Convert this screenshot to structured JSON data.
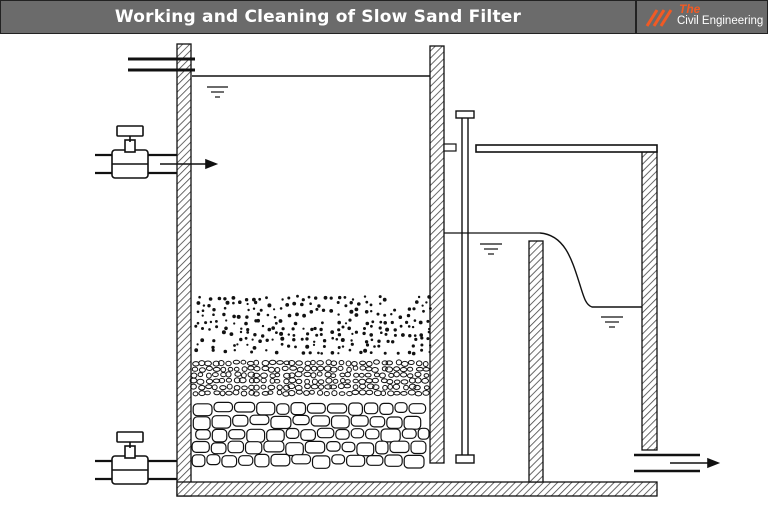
{
  "header": {
    "title": "Working and Cleaning of Slow Sand Filter"
  },
  "logo": {
    "line1": "The",
    "line2": "Civil Engineering",
    "accent_color": "#f15a24"
  },
  "colors": {
    "header_bg": "#6b6b6b",
    "stroke": "#111111",
    "hatch": "#555555"
  },
  "icons": [
    "gate-valve-icon",
    "flow-arrow-icon",
    "water-level-icon"
  ]
}
